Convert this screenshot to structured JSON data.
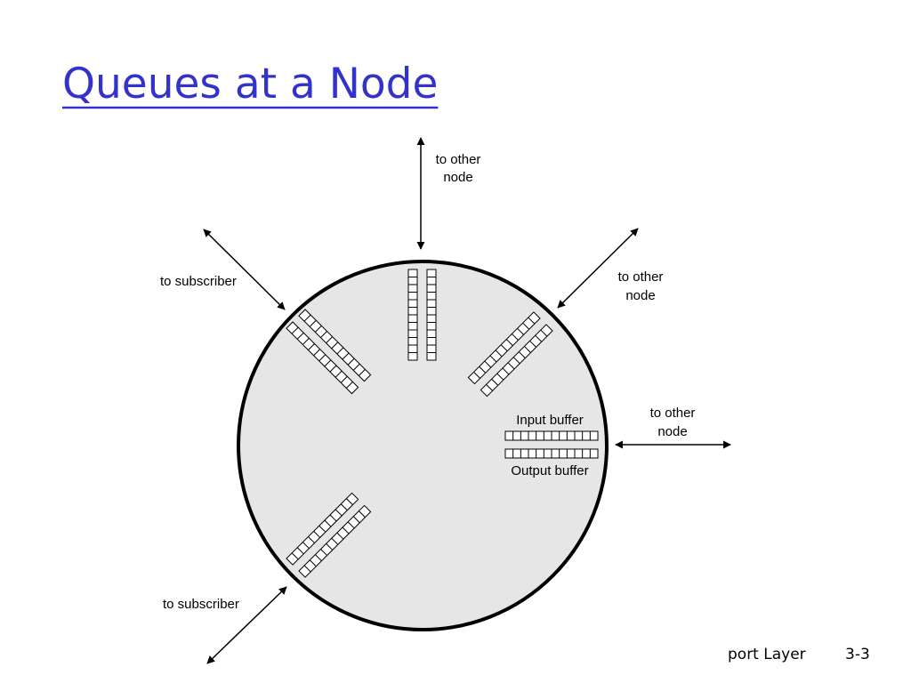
{
  "slide": {
    "title": "Queues at a Node",
    "footer_label": "port Layer",
    "page_number": "3-3"
  },
  "diagram": {
    "top_link": {
      "line1": "to other",
      "line2": "node"
    },
    "upper_right_link": {
      "line1": "to other",
      "line2": "node"
    },
    "right_link": {
      "line1": "to other",
      "line2": "node"
    },
    "upper_left_link": {
      "label": "to subscriber"
    },
    "lower_left_link": {
      "label": "to subscriber"
    },
    "input_buffer_label": "Input buffer",
    "output_buffer_label": "Output buffer"
  },
  "colors": {
    "title": "#3333cc",
    "node_fill": "#e6e6e6",
    "stroke": "#000000",
    "background": "#ffffff"
  }
}
